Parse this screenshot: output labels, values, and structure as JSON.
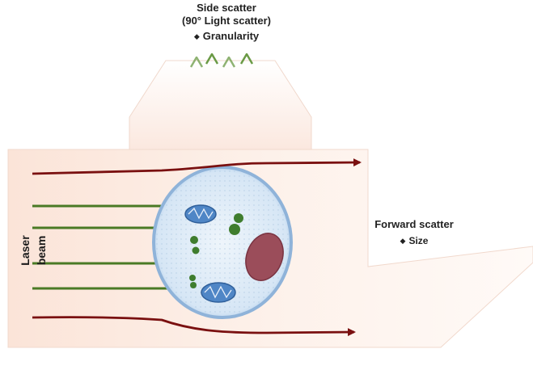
{
  "side_scatter": {
    "title": "Side scatter",
    "subtitle": "(90° Light scatter)",
    "item": "Granularity"
  },
  "forward_scatter": {
    "title": "Forward scatter",
    "item": "Size"
  },
  "laser_label": "Laser beam",
  "bullet_symbol": "◆",
  "colors": {
    "flow_arrow": "#7a1010",
    "laser_line": "#4a7a25",
    "cell_fill": "#dbe9f6",
    "cell_border": "#8fb3d9",
    "nucleus": "#9b4d5a",
    "mitochondria": "#4f86c6",
    "granule": "#3f7d2e",
    "chamber_fill": "#fce9df"
  }
}
